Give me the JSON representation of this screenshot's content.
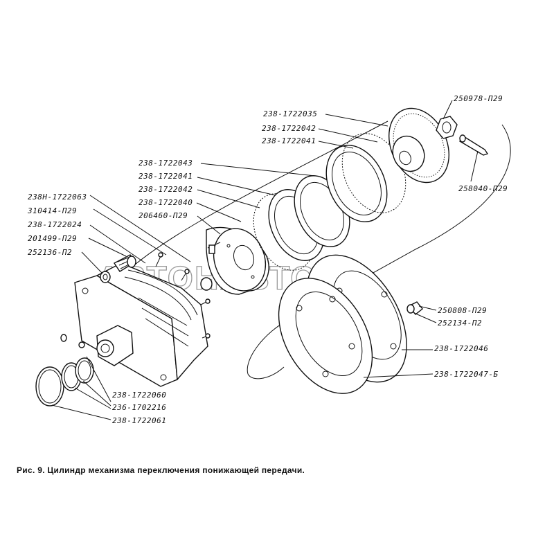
{
  "figure": {
    "caption": "Рис. 9. Цилиндр механизма переключения понижающей передачи.",
    "watermark": "АВТОНАВТО"
  },
  "callouts": [
    {
      "id": "c1",
      "text": "238-1722035"
    },
    {
      "id": "c2",
      "text": "238-1722042"
    },
    {
      "id": "c3",
      "text": "238-1722041"
    },
    {
      "id": "c4",
      "text": "250978-П29"
    },
    {
      "id": "c5",
      "text": "258040-П29"
    },
    {
      "id": "c6",
      "text": "238-1722043"
    },
    {
      "id": "c7",
      "text": "238-1722041"
    },
    {
      "id": "c8",
      "text": "238-1722042"
    },
    {
      "id": "c9",
      "text": "238-1722040"
    },
    {
      "id": "c10",
      "text": "206460-П29"
    },
    {
      "id": "c11",
      "text": "238Н-1722063"
    },
    {
      "id": "c12",
      "text": "310414-П29"
    },
    {
      "id": "c13",
      "text": "238-1722024"
    },
    {
      "id": "c14",
      "text": "201499-П29"
    },
    {
      "id": "c15",
      "text": "252136-П2"
    },
    {
      "id": "c16",
      "text": "250808-П29"
    },
    {
      "id": "c17",
      "text": "252134-П2"
    },
    {
      "id": "c18",
      "text": "238-1722046"
    },
    {
      "id": "c19",
      "text": "238-1722047-Б"
    },
    {
      "id": "c20",
      "text": "238-1722060"
    },
    {
      "id": "c21",
      "text": "236-1702216"
    },
    {
      "id": "c22",
      "text": "238-1722061"
    }
  ]
}
